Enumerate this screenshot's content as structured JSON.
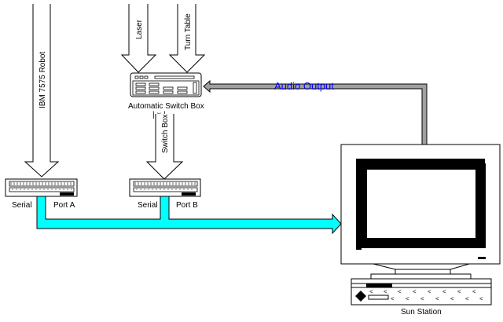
{
  "diagram": {
    "inputs": {
      "robot": "IBM 7575 Robot",
      "laser": "Laser",
      "turntable": "Turn Table",
      "switchbox_link": "Switch Box"
    },
    "switch_box": {
      "label": "Automatic Switch Box"
    },
    "port_a": {
      "left_label": "Serial",
      "right_label": "Port A"
    },
    "port_b": {
      "left_label": "Serial",
      "right_label": "Port B"
    },
    "audio_output": "Audio Output",
    "workstation": {
      "label": "Sun Station"
    },
    "colors": {
      "serial_line": "#00ffff",
      "audio_line": "#a0a0a0",
      "audio_text": "#0000ff"
    }
  }
}
